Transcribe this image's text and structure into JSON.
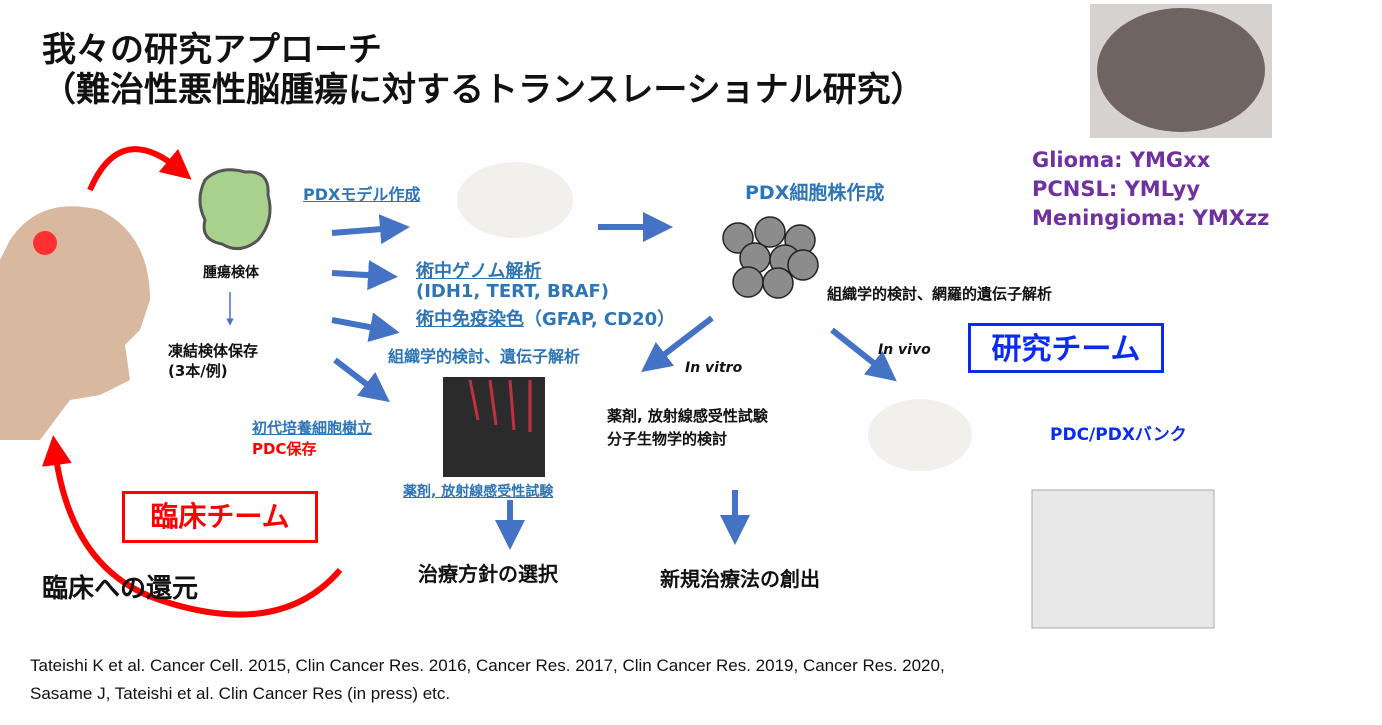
{
  "title": {
    "line1": "我々の研究アプローチ",
    "line2": "（難治性悪性脳腫瘍に対するトランスレーショナル研究）"
  },
  "labels": {
    "tumor_specimen": "腫瘍検体",
    "frozen_storage": "凍結検体保存",
    "frozen_count": "(3本/例)",
    "pdx_model": "PDXモデル作成",
    "intraop_genome": "術中ゲノム解析",
    "genes": "(IDH1, TERT, BRAF)",
    "intraop_ihc": "術中免疫染色",
    "ihc_markers": "（GFAP, CD20）",
    "histology_gene": "組織学的検討、遺伝子解析",
    "primary_culture": "初代培養細胞樹立",
    "pdc_storage": "PDC保存",
    "drug_radiation_test": "薬剤, 放射線感受性試験",
    "pdx_cell_line": "PDX細胞株作成",
    "comprehensive": "組織学的検討、網羅的遺伝子解析",
    "in_vitro": "In vitro",
    "in_vivo": "In vivo",
    "drug_radiation_test2": "薬剤, 放射線感受性試験",
    "molecular": "分子生物学的検討",
    "treatment_selection": "治療方針の選択",
    "new_therapy": "新規治療法の創出",
    "research_team": "研究チーム",
    "clinical_team": "臨床チーム",
    "clinical_return": "臨床への還元",
    "bank": "PDC/PDXバンク"
  },
  "models": [
    "Glioma: YMGxx",
    "PCNSL: YMLyy",
    "Meningioma: YMXzz"
  ],
  "references": {
    "line1": "Tateishi K et al. Cancer Cell. 2015, Clin Cancer Res. 2016, Cancer Res. 2017, Clin Cancer Res. 2019, Cancer Res. 2020,",
    "line2": "Sasame J, Tateishi et al. Clin Cancer Res (in press) etc."
  },
  "colors": {
    "blue": "#2E75B6",
    "bright_blue": "#0A2BF0",
    "red": "#FF0000",
    "purple": "#7030A0"
  }
}
